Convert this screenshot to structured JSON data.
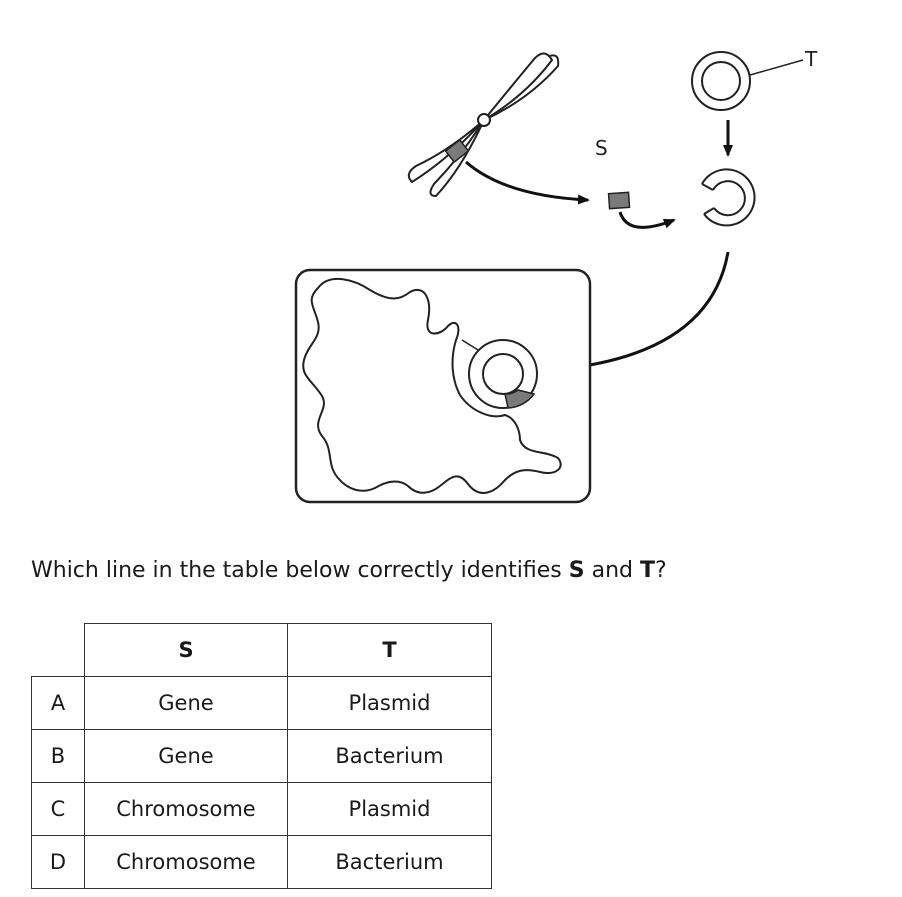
{
  "diagram": {
    "label_s": "S",
    "label_t": "T"
  },
  "question": {
    "prefix": "Which line in the table below correctly identifies ",
    "s": "S",
    "middle": " and ",
    "t": "T",
    "suffix": "?"
  },
  "table": {
    "headers": [
      "S",
      "T"
    ],
    "rows": [
      {
        "letter": "A",
        "s": "Gene",
        "t": "Plasmid"
      },
      {
        "letter": "B",
        "s": "Gene",
        "t": "Bacterium"
      },
      {
        "letter": "C",
        "s": "Chromosome",
        "t": "Plasmid"
      },
      {
        "letter": "D",
        "s": "Chromosome",
        "t": "Bacterium"
      }
    ]
  }
}
